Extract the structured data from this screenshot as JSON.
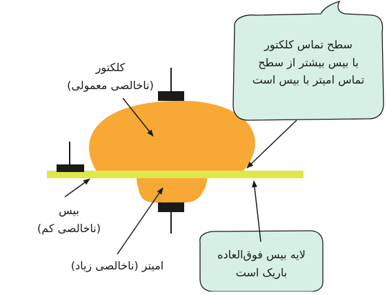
{
  "labels": {
    "collector_title": "کلکتور",
    "collector_note": "(ناخالصی معمولی)",
    "base_title": "بیس",
    "base_note": "(ناخالصی کم)",
    "emitter": "امیتر (ناخالصی زیاد)"
  },
  "callouts": {
    "contact_area": {
      "line1": "سطح تماس کلکتور",
      "line2": "با بیس بیشتر از سطح",
      "line3": "تماس امیتر با بیس است"
    },
    "thin_base": {
      "line1": "لایه بیس فوق‌العاده",
      "line2": "باریک است"
    }
  },
  "colors": {
    "collector": "#F7A835",
    "emitter": "#F7A835",
    "base_layer": "#DDE84A",
    "callout_fill": "#D6F0E6",
    "terminal": "#1a1a1a"
  }
}
